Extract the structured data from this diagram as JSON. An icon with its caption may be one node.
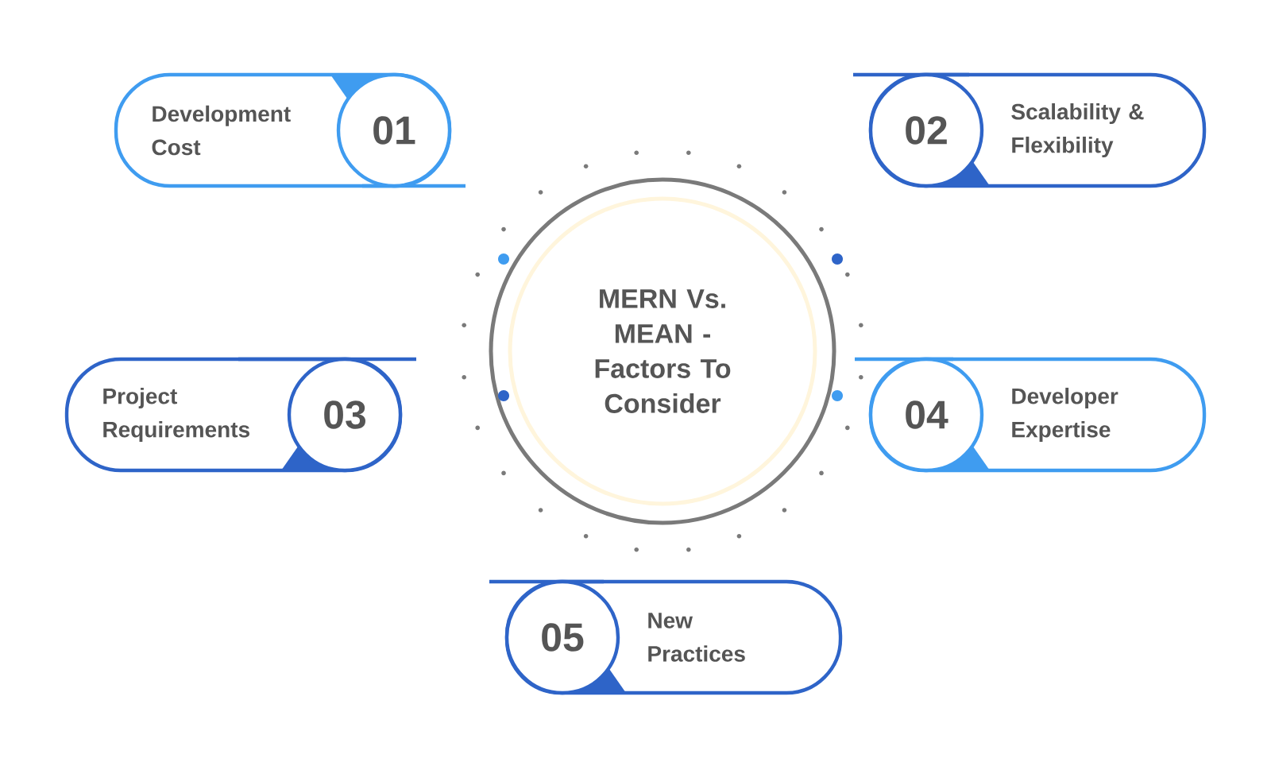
{
  "diagram": {
    "nodes": [
      {
        "text": [
          "MERN Vs. MEAN - Factors To Consider"
        ]
      },
      {
        "text": [
          "Development Cost",
          "01"
        ]
      },
      {
        "text": [
          "02",
          "Scalability & Flexibility"
        ]
      },
      {
        "text": [
          "Project Requirements",
          "03"
        ]
      },
      {
        "text": [
          "04",
          "Developer Expertise"
        ]
      },
      {
        "text": [
          "05",
          "New Practices"
        ]
      }
    ]
  }
}
